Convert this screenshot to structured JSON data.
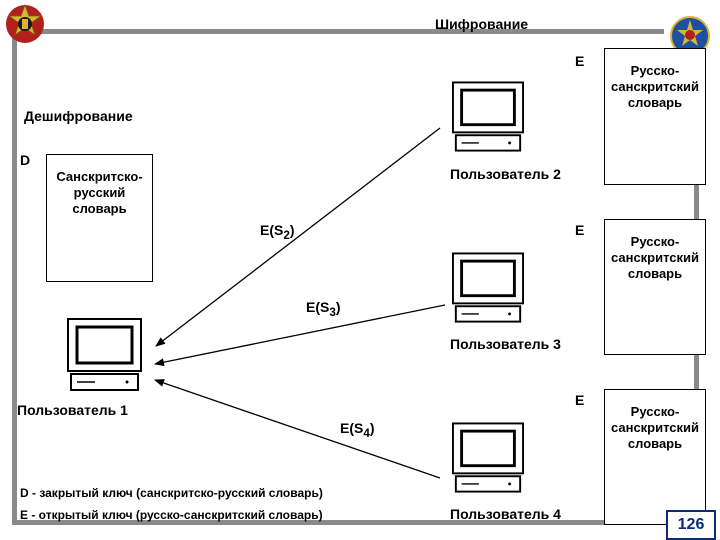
{
  "header": {
    "top_title": "Шифрование"
  },
  "left": {
    "section_title": "Дешифрование",
    "key_label": "D",
    "dictionary": "Санскритско-\nрусский\nсловарь",
    "user_label": "Пользователь  1"
  },
  "users": [
    {
      "key_label": "E",
      "dictionary": "Русско-\nсанскритский\nсловарь",
      "user_label": "Пользователь  2"
    },
    {
      "key_label": "E",
      "dictionary": "Русско-\nсанскритский\nсловарь",
      "user_label": "Пользователь  3"
    },
    {
      "key_label": "E",
      "dictionary": "Русско-\nсанскритский\nсловарь",
      "user_label": "Пользователь  4"
    }
  ],
  "messages": [
    {
      "base": "E(S",
      "sub": "2",
      "close": ")"
    },
    {
      "base": "E(S",
      "sub": "3",
      "close": ")"
    },
    {
      "base": "E(S",
      "sub": "4",
      "close": ")"
    }
  ],
  "legend": {
    "line1": "D  -  закрытый  ключ  (санскритско-русский  словарь)",
    "line2": "E  -  открытый  ключ  (русско-санскритский  словарь)"
  },
  "page_number": "126",
  "icons": [
    "emblem-left-icon",
    "emblem-right-icon",
    "computer-icon",
    "arrow-icon"
  ]
}
